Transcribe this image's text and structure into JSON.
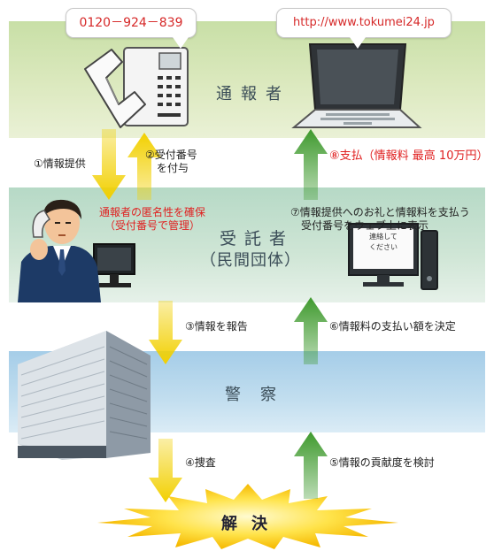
{
  "bubbles": {
    "phone_number": "0120－924－839",
    "url": "http://www.tokumei24.jp"
  },
  "bands": {
    "informant": "通報者",
    "trustee_line1": "受託者",
    "trustee_line2": "（民間団体）",
    "police": "警察",
    "resolution": "解決"
  },
  "steps": {
    "step1": "①情報提供",
    "step2_line1": "②受付番号",
    "step2_line2": "を付与",
    "step3": "③情報を報告",
    "step4": "④捜査",
    "step5": "⑤情報の貢献度を検討",
    "step6": "⑥情報料の支払い額を決定",
    "step7_line1": "⑦情報提供へのお礼と情報料を支払う",
    "step7_line2": "受付番号をウェブ上に表示",
    "step8": "⑧支払（情報料 最高 10万円）"
  },
  "notes": {
    "anonymity_line1": "通報者の匿名性を確保",
    "anonymity_line2": "（受付番号で管理）"
  },
  "monitor": {
    "line1": "連絡して",
    "line2": "ください"
  },
  "colors": {
    "down_arrow": "#f2d000",
    "up_arrow": "#3f9a2e",
    "highlight_text": "#e02020"
  }
}
